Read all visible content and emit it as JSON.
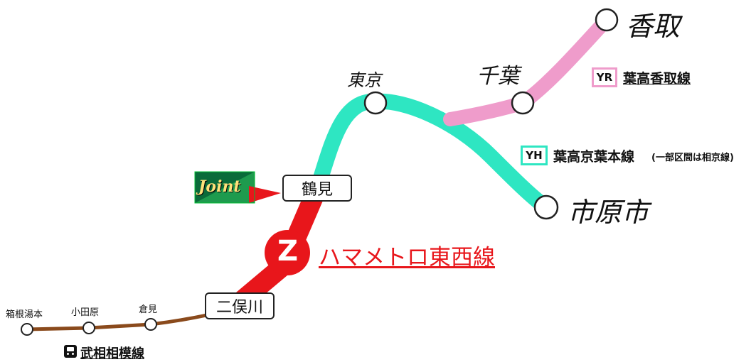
{
  "colors": {
    "z_line": "#e8161b",
    "yh_line": "#2ee6c2",
    "yr_line": "#ef9ccb",
    "busou_line": "#8a4a1c"
  },
  "stations": {
    "katori": "香取",
    "chiba": "千葉",
    "tokyo": "東京",
    "ichihara": "市原市",
    "tsurumi": "鶴見",
    "futamatagawa": "二俣川",
    "kurami": "倉見",
    "odawara": "小田原",
    "hakoneyumoto": "箱根湯本"
  },
  "lines": {
    "z": {
      "badge": "Z",
      "name": "ハマメトロ東西線"
    },
    "yr": {
      "badge": "YR",
      "name": "葉高香取線"
    },
    "yh": {
      "badge": "YH",
      "name": "葉高京葉本線",
      "note": "(一部区間は相京線)"
    },
    "busou": {
      "name": "武相相模線",
      "icon": "train-icon"
    }
  },
  "joint_logo": {
    "text": "Joint"
  }
}
